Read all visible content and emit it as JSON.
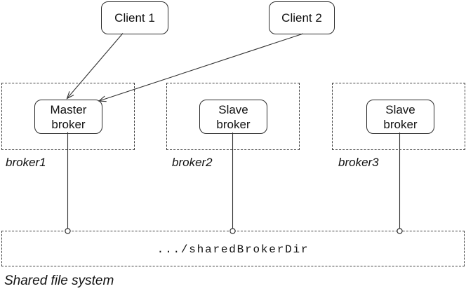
{
  "diagram": {
    "clients": [
      {
        "label": "Client 1"
      },
      {
        "label": "Client 2"
      }
    ],
    "groups": [
      {
        "node_label": "Master\nbroker",
        "caption": "broker1"
      },
      {
        "node_label": "Slave\nbroker",
        "caption": "broker2"
      },
      {
        "node_label": "Slave\nbroker",
        "caption": "broker3"
      }
    ],
    "storage": {
      "path_label": ".../sharedBrokerDir",
      "caption": "Shared file system"
    },
    "colors": {
      "background": "#ffffff",
      "line": "#333333",
      "node_border": "#2b2b2b",
      "dashed_border": "#3f3f3f",
      "text": "#111111"
    }
  }
}
